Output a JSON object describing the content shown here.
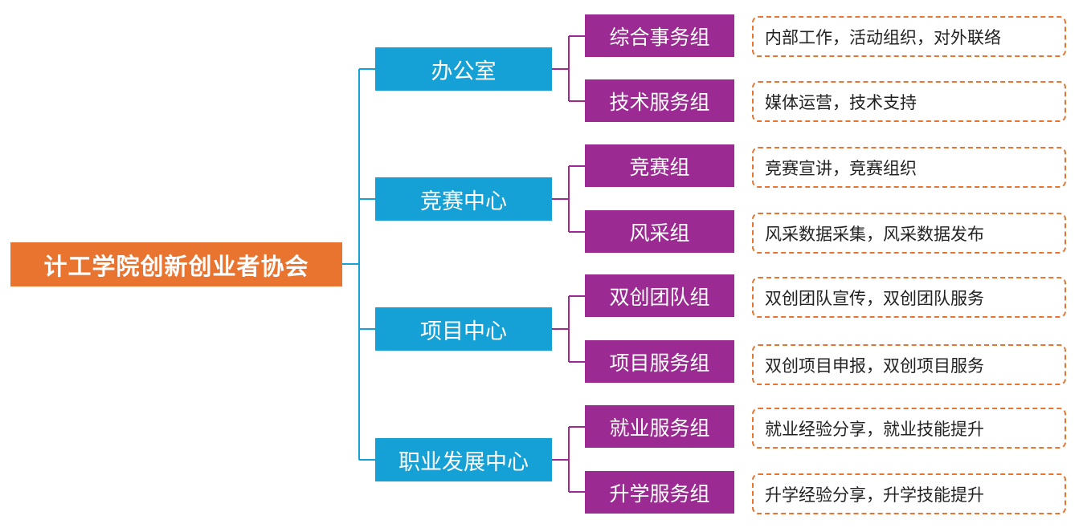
{
  "root": {
    "label": "计工学院创新创业者协会"
  },
  "colors": {
    "root": "#e8742f",
    "department": "#16a1d6",
    "group": "#9b2b93",
    "description_border": "#e8742f",
    "connector_blue": "#16a1d6",
    "connector_purple": "#9b2b93"
  },
  "departments": [
    {
      "label": "办公室",
      "groups": [
        {
          "label": "综合事务组",
          "description": "内部工作，活动组织，对外联络"
        },
        {
          "label": "技术服务组",
          "description": "媒体运营，技术支持"
        }
      ]
    },
    {
      "label": "竞赛中心",
      "groups": [
        {
          "label": "竞赛组",
          "description": "竞赛宣讲，竞赛组织"
        },
        {
          "label": "风采组",
          "description": "风采数据采集，风采数据发布"
        }
      ]
    },
    {
      "label": "项目中心",
      "groups": [
        {
          "label": "双创团队组",
          "description": "双创团队宣传，双创团队服务"
        },
        {
          "label": "项目服务组",
          "description": "双创项目申报，双创项目服务"
        }
      ]
    },
    {
      "label": "职业发展中心",
      "groups": [
        {
          "label": "就业服务组",
          "description": "就业经验分享，就业技能提升"
        },
        {
          "label": "升学服务组",
          "description": "升学经验分享，升学技能提升"
        }
      ]
    }
  ]
}
